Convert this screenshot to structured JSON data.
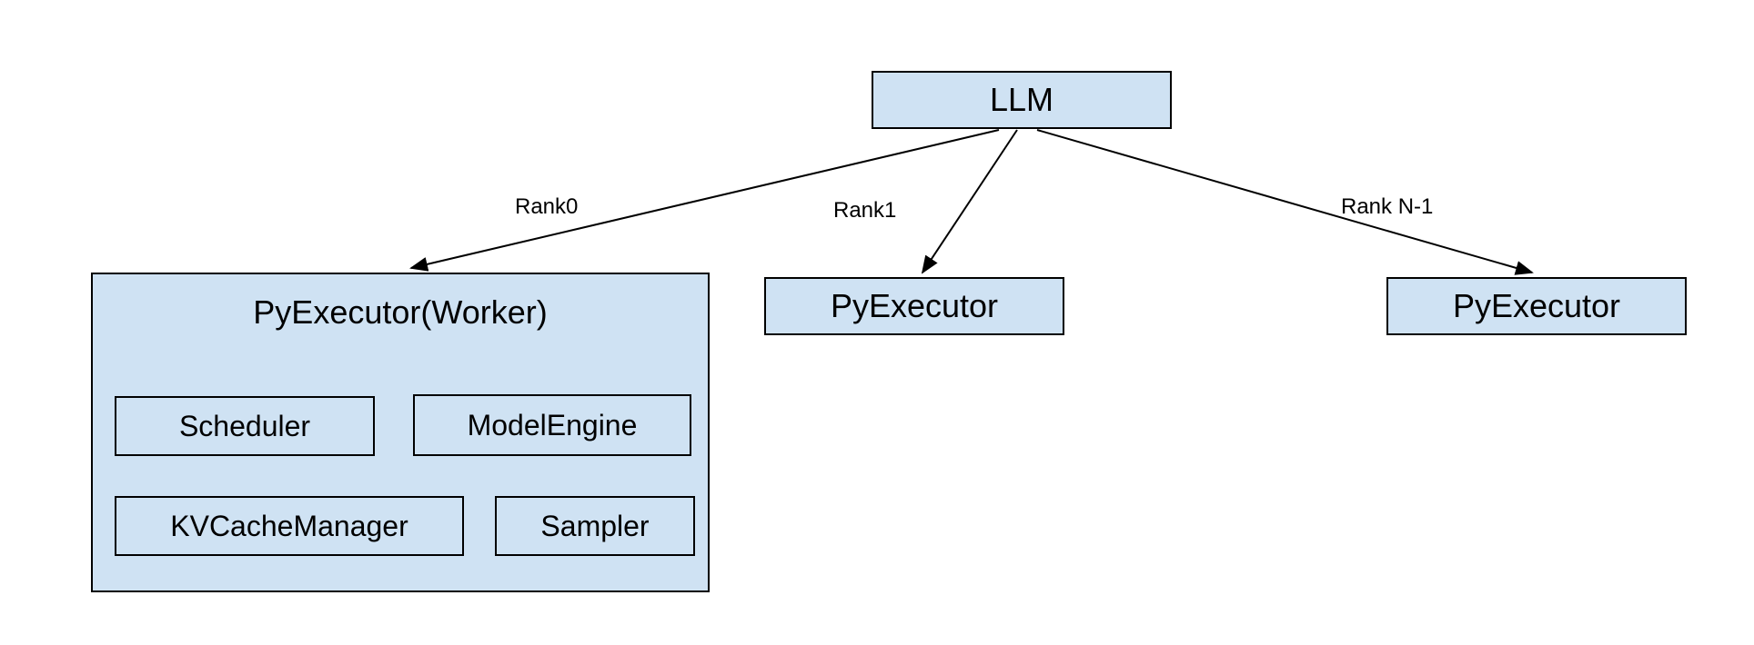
{
  "diagram": {
    "root": {
      "label": "LLM"
    },
    "edges": [
      {
        "label": "Rank0"
      },
      {
        "label": "Rank1"
      },
      {
        "label": "Rank N-1"
      }
    ],
    "nodes": {
      "worker": {
        "title": "PyExecutor(Worker)",
        "children": [
          {
            "label": "Scheduler"
          },
          {
            "label": "ModelEngine"
          },
          {
            "label": "KVCacheManager"
          },
          {
            "label": "Sampler"
          }
        ]
      },
      "executor_rank1": {
        "label": "PyExecutor"
      },
      "executor_rank_n": {
        "label": "PyExecutor"
      }
    },
    "colors": {
      "node_fill": "#cfe2f3",
      "node_border": "#000000",
      "text": "#000000",
      "background": "#ffffff"
    }
  }
}
